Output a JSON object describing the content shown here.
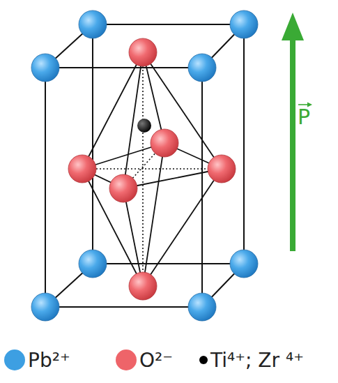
{
  "diagram": {
    "labels": [
      "P"
    ],
    "legend": [
      {
        "text": "Pb²⁺",
        "color": "#3d9fe2"
      },
      {
        "text": "O²⁻",
        "color": "#ee6469"
      },
      {
        "text": "Ti⁴⁺; Zr ⁴⁺",
        "color": "#000000"
      }
    ]
  }
}
